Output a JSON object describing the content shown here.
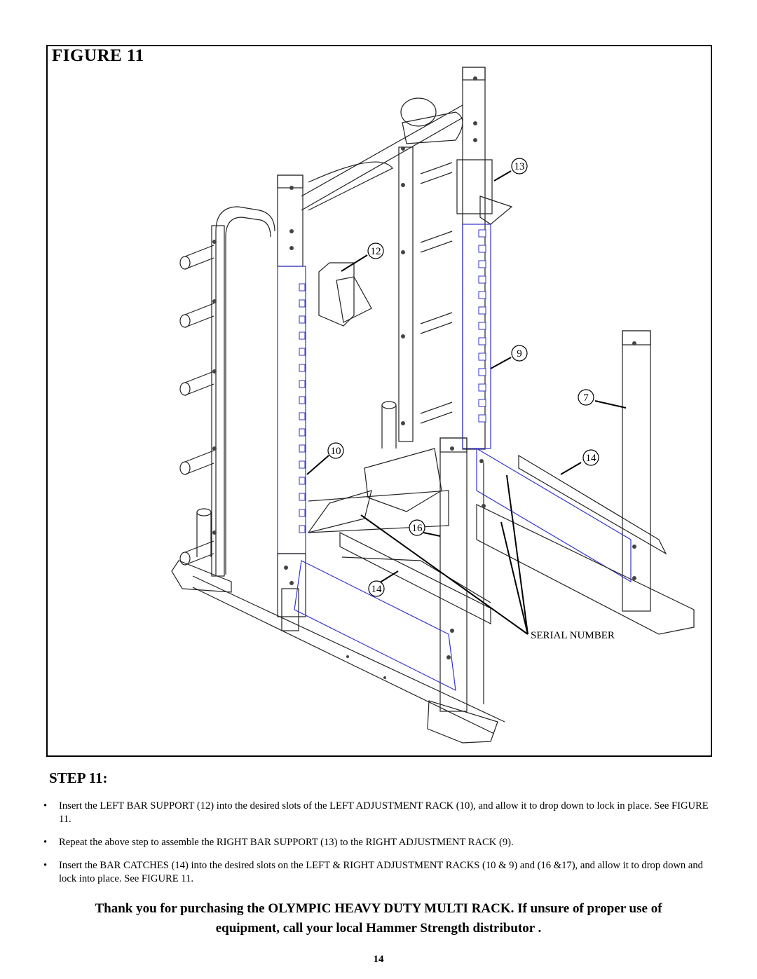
{
  "figure": {
    "title": "FIGURE 11",
    "callouts": {
      "c13": "13",
      "c12": "12",
      "c9": "9",
      "c7": "7",
      "c10": "10",
      "c14a": "14",
      "c16": "16",
      "c14b": "14",
      "serial": "SERIAL NUMBER"
    }
  },
  "step": {
    "title": "STEP 11:",
    "bullet_char": "•",
    "items": [
      "Insert the LEFT BAR SUPPORT (12) into the desired slots of the LEFT ADJUSTMENT RACK (10), and allow it to drop down to lock in place. See FIGURE 11.",
      "Repeat the above step to assemble the RIGHT BAR SUPPORT (13) to the RIGHT ADJUSTMENT RACK (9).",
      "Insert the BAR CATCHES (14) into the desired slots on the LEFT & RIGHT ADJUSTMENT RACKS (10 & 9) and (16 &17), and allow it to drop down and lock into place.  See FIGURE 11."
    ]
  },
  "thanks": {
    "line1": "Thank you for purchasing the OLYMPIC HEAVY DUTY MULTI RACK. If unsure of proper use of",
    "line2": "equipment, call your local Hammer Strength distributor ."
  },
  "page_number": "14"
}
